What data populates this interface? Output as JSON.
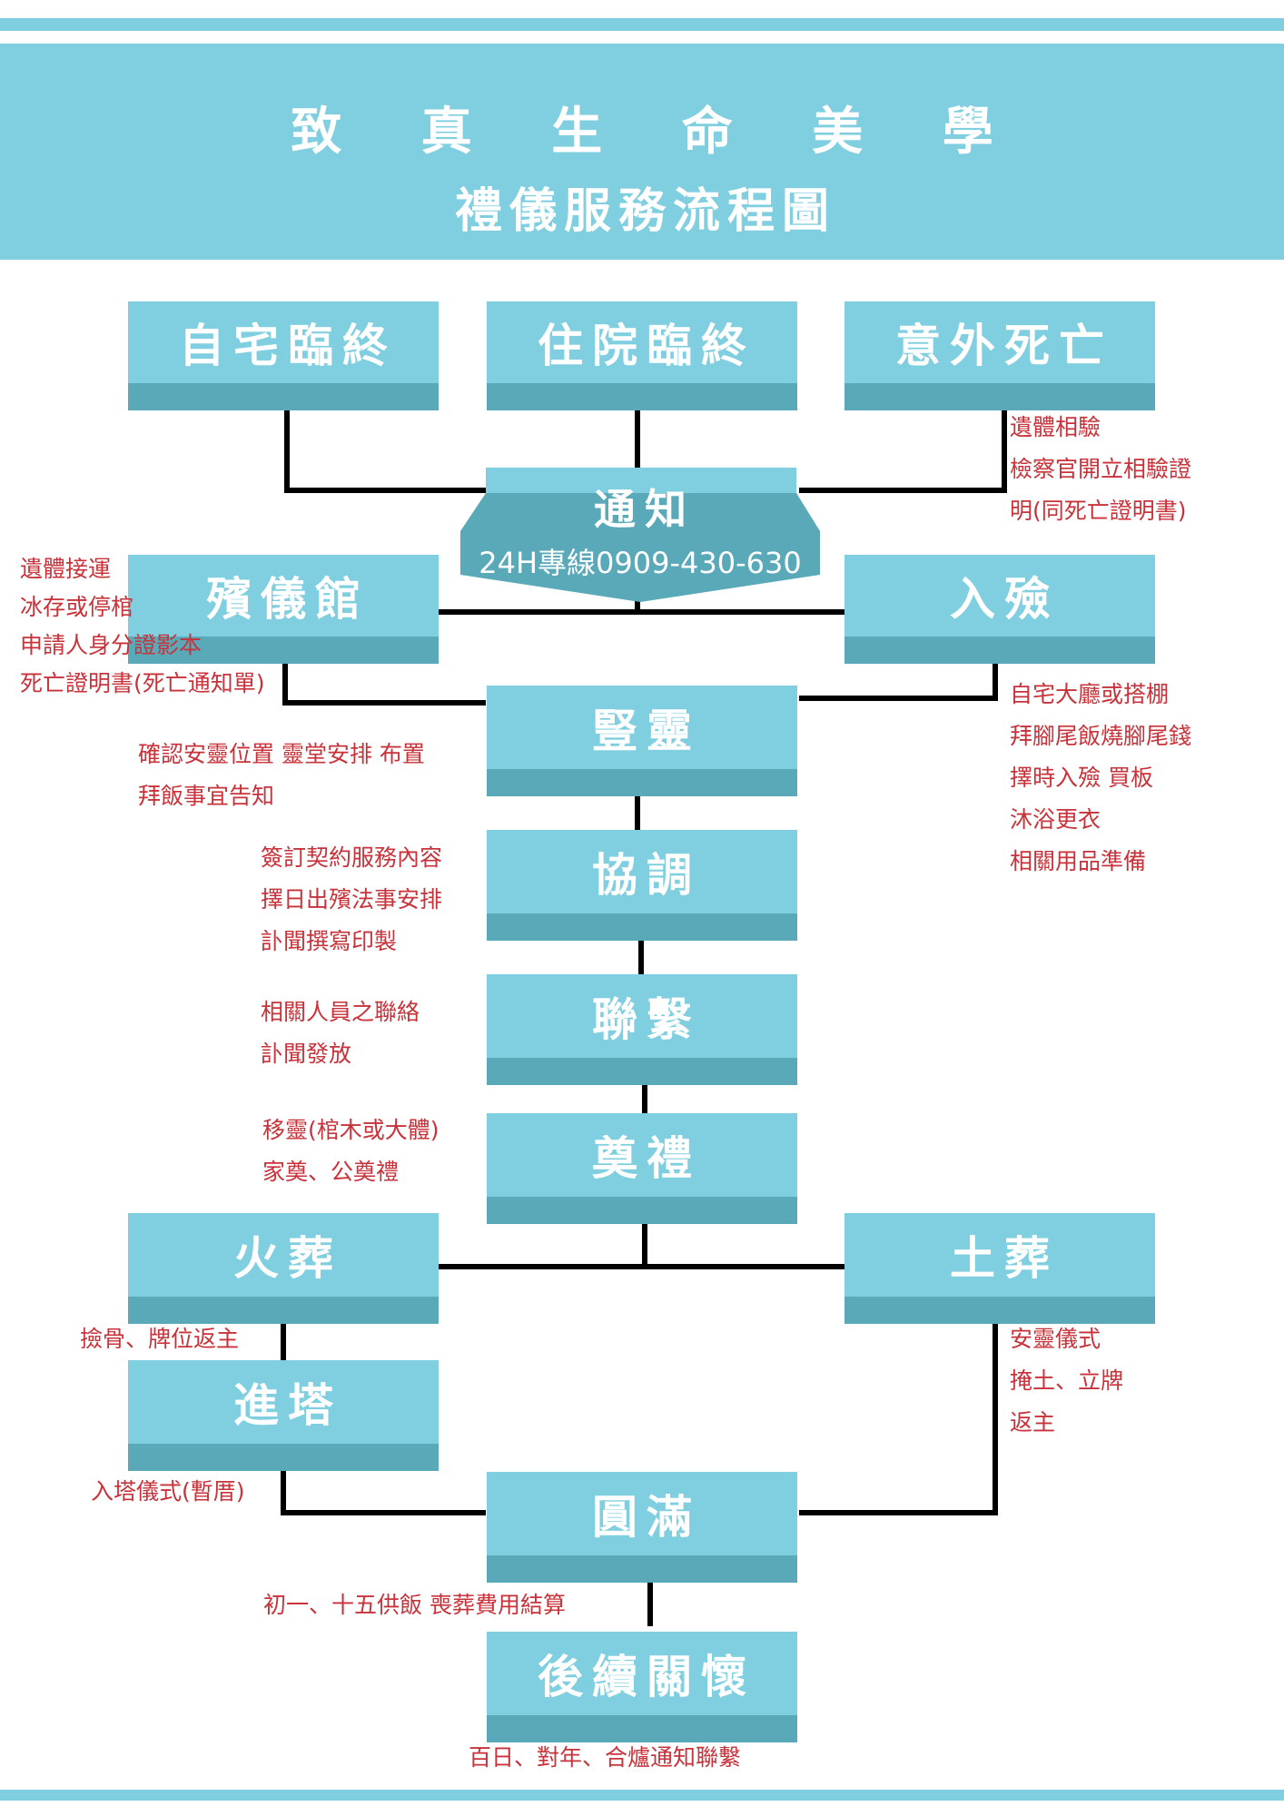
{
  "header": {
    "title": "致 真 生 命 美 學",
    "subtitle": "禮儀服務流程圖"
  },
  "boxes": {
    "home_death": "自宅臨終",
    "hospital_death": "住院臨終",
    "accidental_death": "意外死亡",
    "notify_title": "通知",
    "notify_phone": "24H專線0909-430-630",
    "funeral_home": "殯儀館",
    "encoffin": "入殮",
    "shuling": "豎靈",
    "coordinate": "協調",
    "contact": "聯繫",
    "memorial": "奠禮",
    "cremation": "火葬",
    "burial": "土葬",
    "enter_tower": "進塔",
    "completion": "圓滿",
    "followup": "後續關懷"
  },
  "notes": {
    "accident": [
      "遺體相驗",
      "檢察官開立相驗證",
      "明(同死亡證明書)"
    ],
    "funeral_home": [
      "遺體接運",
      "冰存或停棺",
      "申請人身分證影本",
      "死亡證明書(死亡通知單)"
    ],
    "encoffin": [
      "自宅大廳或搭棚",
      "拜腳尾飯燒腳尾錢",
      "擇時入殮  買板",
      "沐浴更衣",
      "相關用品準備"
    ],
    "shuling": [
      "確認安靈位置 靈堂安排 布置",
      "拜飯事宜告知"
    ],
    "coordinate": [
      "簽訂契約服務內容",
      "擇日出殯法事安排",
      "訃聞撰寫印製"
    ],
    "contact": [
      "相關人員之聯絡",
      "訃聞發放"
    ],
    "memorial": [
      "移靈(棺木或大體)",
      "家奠、公奠禮"
    ],
    "cremation": [
      "撿骨、牌位返主"
    ],
    "enter_tower": [
      "入塔儀式(暫厝)"
    ],
    "burial": [
      "安靈儀式",
      "掩土、立牌",
      "返主"
    ],
    "completion": [
      "初一、十五供飯  喪葬費用結算"
    ],
    "followup": [
      "百日、對年、合爐通知聯繫"
    ]
  }
}
